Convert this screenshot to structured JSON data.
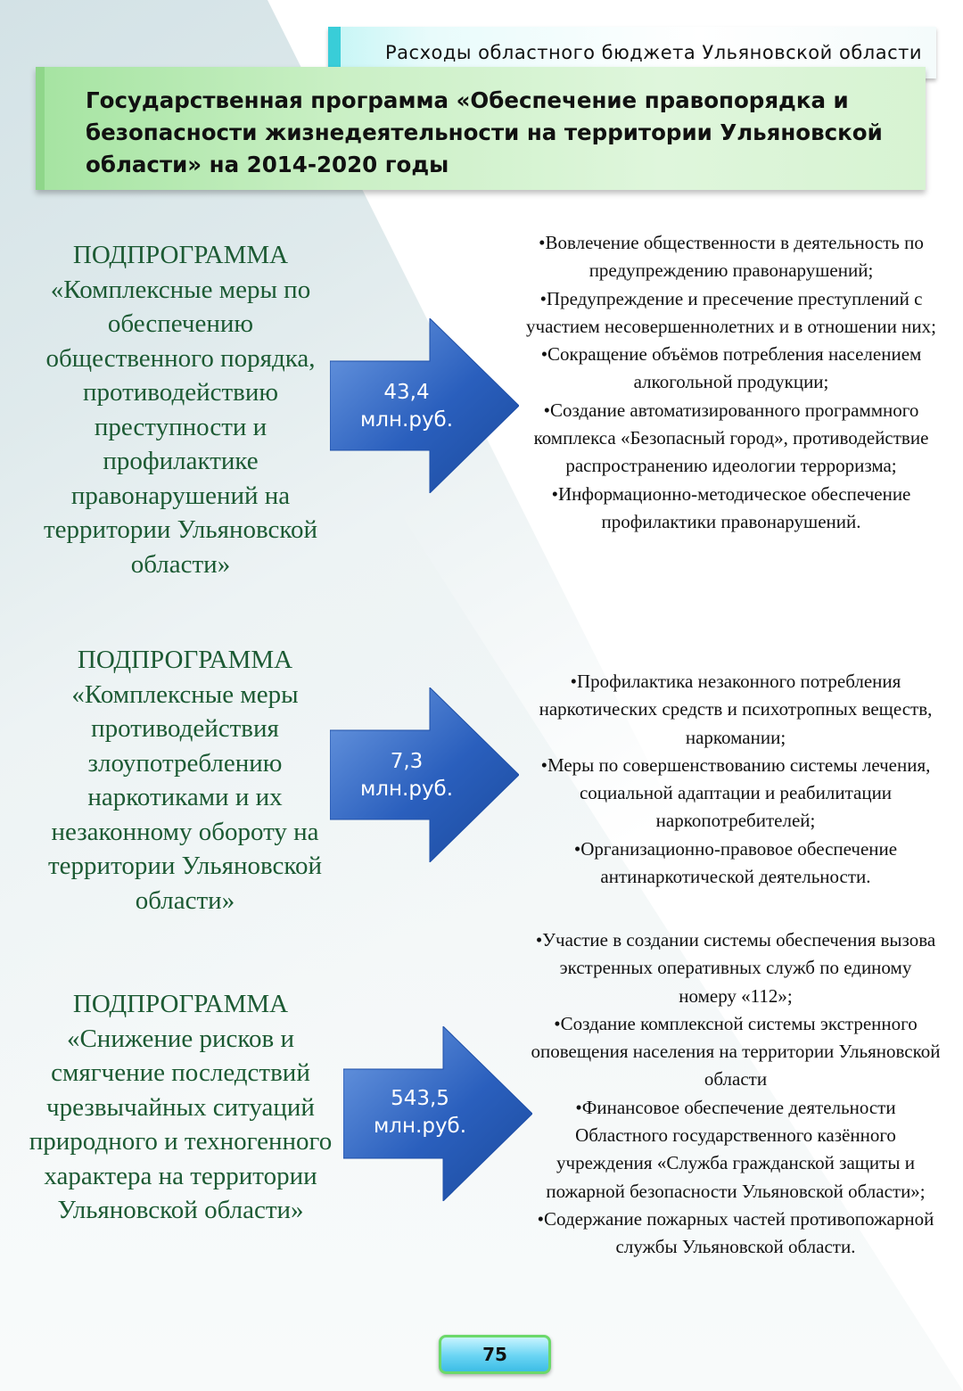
{
  "header": {
    "banner": "Расходы областного бюджета Ульяновской области",
    "title": "Государственная программа «Обеспечение правопорядка и безопасности жизнедеятельности на территории Ульяновской области» на 2014-2020 годы"
  },
  "subprograms": [
    {
      "heading": "ПОДПРОГРАММА",
      "name": "«Комплексные меры по обеспечению общественного порядка, противодействию преступности и профилактике правонарушений на территории Ульяновской области»",
      "amount_value": "43,4",
      "amount_unit": "млн.руб.",
      "items": [
        "•Вовлечение общественности в деятельность по предупреждению правонарушений;",
        "•Предупреждение и пресечение преступлений с участием несовершеннолетних и в отношении них;",
        "•Сокращение объёмов потребления населением алкогольной продукции;",
        "•Создание автоматизированного программного комплекса «Безопасный город», противодействие распространению идеологии терроризма;",
        "•Информационно-методическое обеспечение профилактики правонарушений."
      ]
    },
    {
      "heading": "ПОДПРОГРАММА",
      "name": "«Комплексные меры противодействия злоупотреблению наркотиками и их незаконному обороту на территории Ульяновской области»",
      "amount_value": "7,3",
      "amount_unit": "млн.руб.",
      "items": [
        "•Профилактика незаконного потребления наркотических средств и психотропных веществ, наркомании;",
        "•Меры по совершенствованию системы лечения, социальной адаптации и реабилитации наркопотребителей;",
        "•Организационно-правовое обеспечение антинаркотической деятельности."
      ]
    },
    {
      "heading": "ПОДПРОГРАММА",
      "name": "«Снижение рисков и смягчение последствий чрезвычайных ситуаций природного и техногенного характера на территории Ульяновской области»",
      "amount_value": "543,5",
      "amount_unit": "млн.руб.",
      "items": [
        "•Участие в создании системы обеспечения вызова экстренных оперативных служб по единому номеру «112»;",
        "•Создание комплексной системы экстренного оповещения населения на территории Ульяновской области",
        "•Финансовое обеспечение деятельности Областного государственного казённого учреждения «Служба гражданской защиты и пожарной безопасности Ульяновской области»;",
        "•Содержание пожарных частей противопожарной службы Ульяновской области."
      ]
    }
  ],
  "footer": {
    "page_number": "75"
  },
  "colors": {
    "banner_accent": "#39cdd8",
    "title_green": "#a6e4a2",
    "subprogram_text": "#1c5a33",
    "arrow_blue": "#2156b8",
    "page_badge": "#69d4f3"
  }
}
